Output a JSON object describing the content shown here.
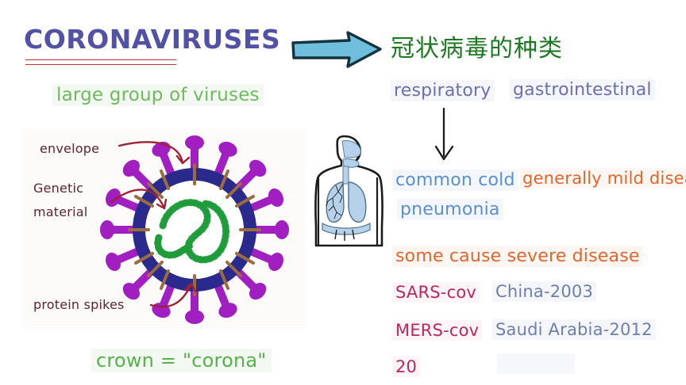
{
  "slide": {
    "title": "CORONAVIRUSES",
    "title_underlined_part": "CORONA",
    "chinese_title": "冠状病毒的种类",
    "subtitle": "large group of viruses",
    "caption": "crown = \"corona\""
  },
  "diagram": {
    "labels": {
      "envelope": "envelope",
      "genetic_line1": "Genetic",
      "genetic_line2": "material",
      "protein_spikes": "protein  spikes"
    },
    "parts": {
      "envelope_ring": "dark-blue-lipid-envelope",
      "spikes": "purple-club-shaped-protein-spikes",
      "genetic_material": "green-rna-squiggle",
      "membrane_proteins": "tan-tick-marks"
    }
  },
  "body_figure": {
    "name": "human-torso-respiratory-system"
  },
  "right_column": {
    "respiratory": "respiratory",
    "gastrointestinal": "gastrointestinal",
    "common_cold": "common cold",
    "pneumonia": "pneumonia",
    "generally_mild": "generally mild disease",
    "severe": "some cause severe disease",
    "sars": "SARS-cov",
    "sars_origin": "China-2003",
    "mers": "MERS-cov",
    "mers_origin": "Saudi Arabia-2012",
    "partial_entry": "20"
  },
  "colors": {
    "title_purple": "#5151a5",
    "title_underline_red": "#c0333c",
    "chinese_green": "#1d7a22",
    "subtitle_green": "#6cbb5c",
    "caption_green": "#55b24a",
    "arrow_blue_fill": "#6fbedb",
    "arrow_outline": "#13343f",
    "virus_envelope_blue": "#2a2a8c",
    "virus_spike_purple": "#a11fc0",
    "virus_rna_green": "#1f9c3a",
    "virus_membrane_tan": "#9c6b3f",
    "label_maroon": "#5d2334",
    "leader_line_red": "#9e2233",
    "lung_blue": "#b6d2ea",
    "text_purple": "#6a6fae",
    "text_blue": "#5b8fd0",
    "text_orange": "#e2662c",
    "text_crimson": "#b9295a",
    "text_slate": "#6d7fad"
  }
}
